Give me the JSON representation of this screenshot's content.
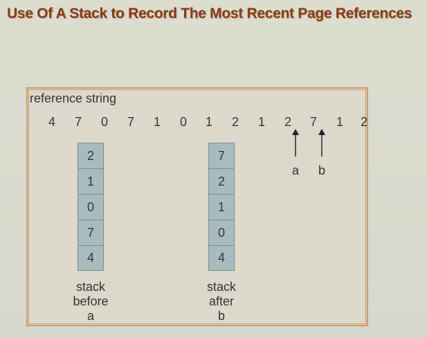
{
  "title": "Use Of A Stack to Record The Most Recent Page References",
  "reference_label": "reference string",
  "reference_string": [
    "4",
    "7",
    "0",
    "7",
    "1",
    "0",
    "1",
    "2",
    "1",
    "2",
    "7",
    "1",
    "2"
  ],
  "stack_before": {
    "cells": [
      "2",
      "1",
      "0",
      "7",
      "4"
    ],
    "caption": [
      "stack",
      "before",
      "a"
    ]
  },
  "stack_after": {
    "cells": [
      "7",
      "2",
      "1",
      "0",
      "4"
    ],
    "caption": [
      "stack",
      "after",
      "b"
    ]
  },
  "markers": {
    "a": "a",
    "b": "b"
  },
  "colors": {
    "title": "#8a3a12",
    "frame": "#c99a6a",
    "cell": "#a7bcbf"
  }
}
